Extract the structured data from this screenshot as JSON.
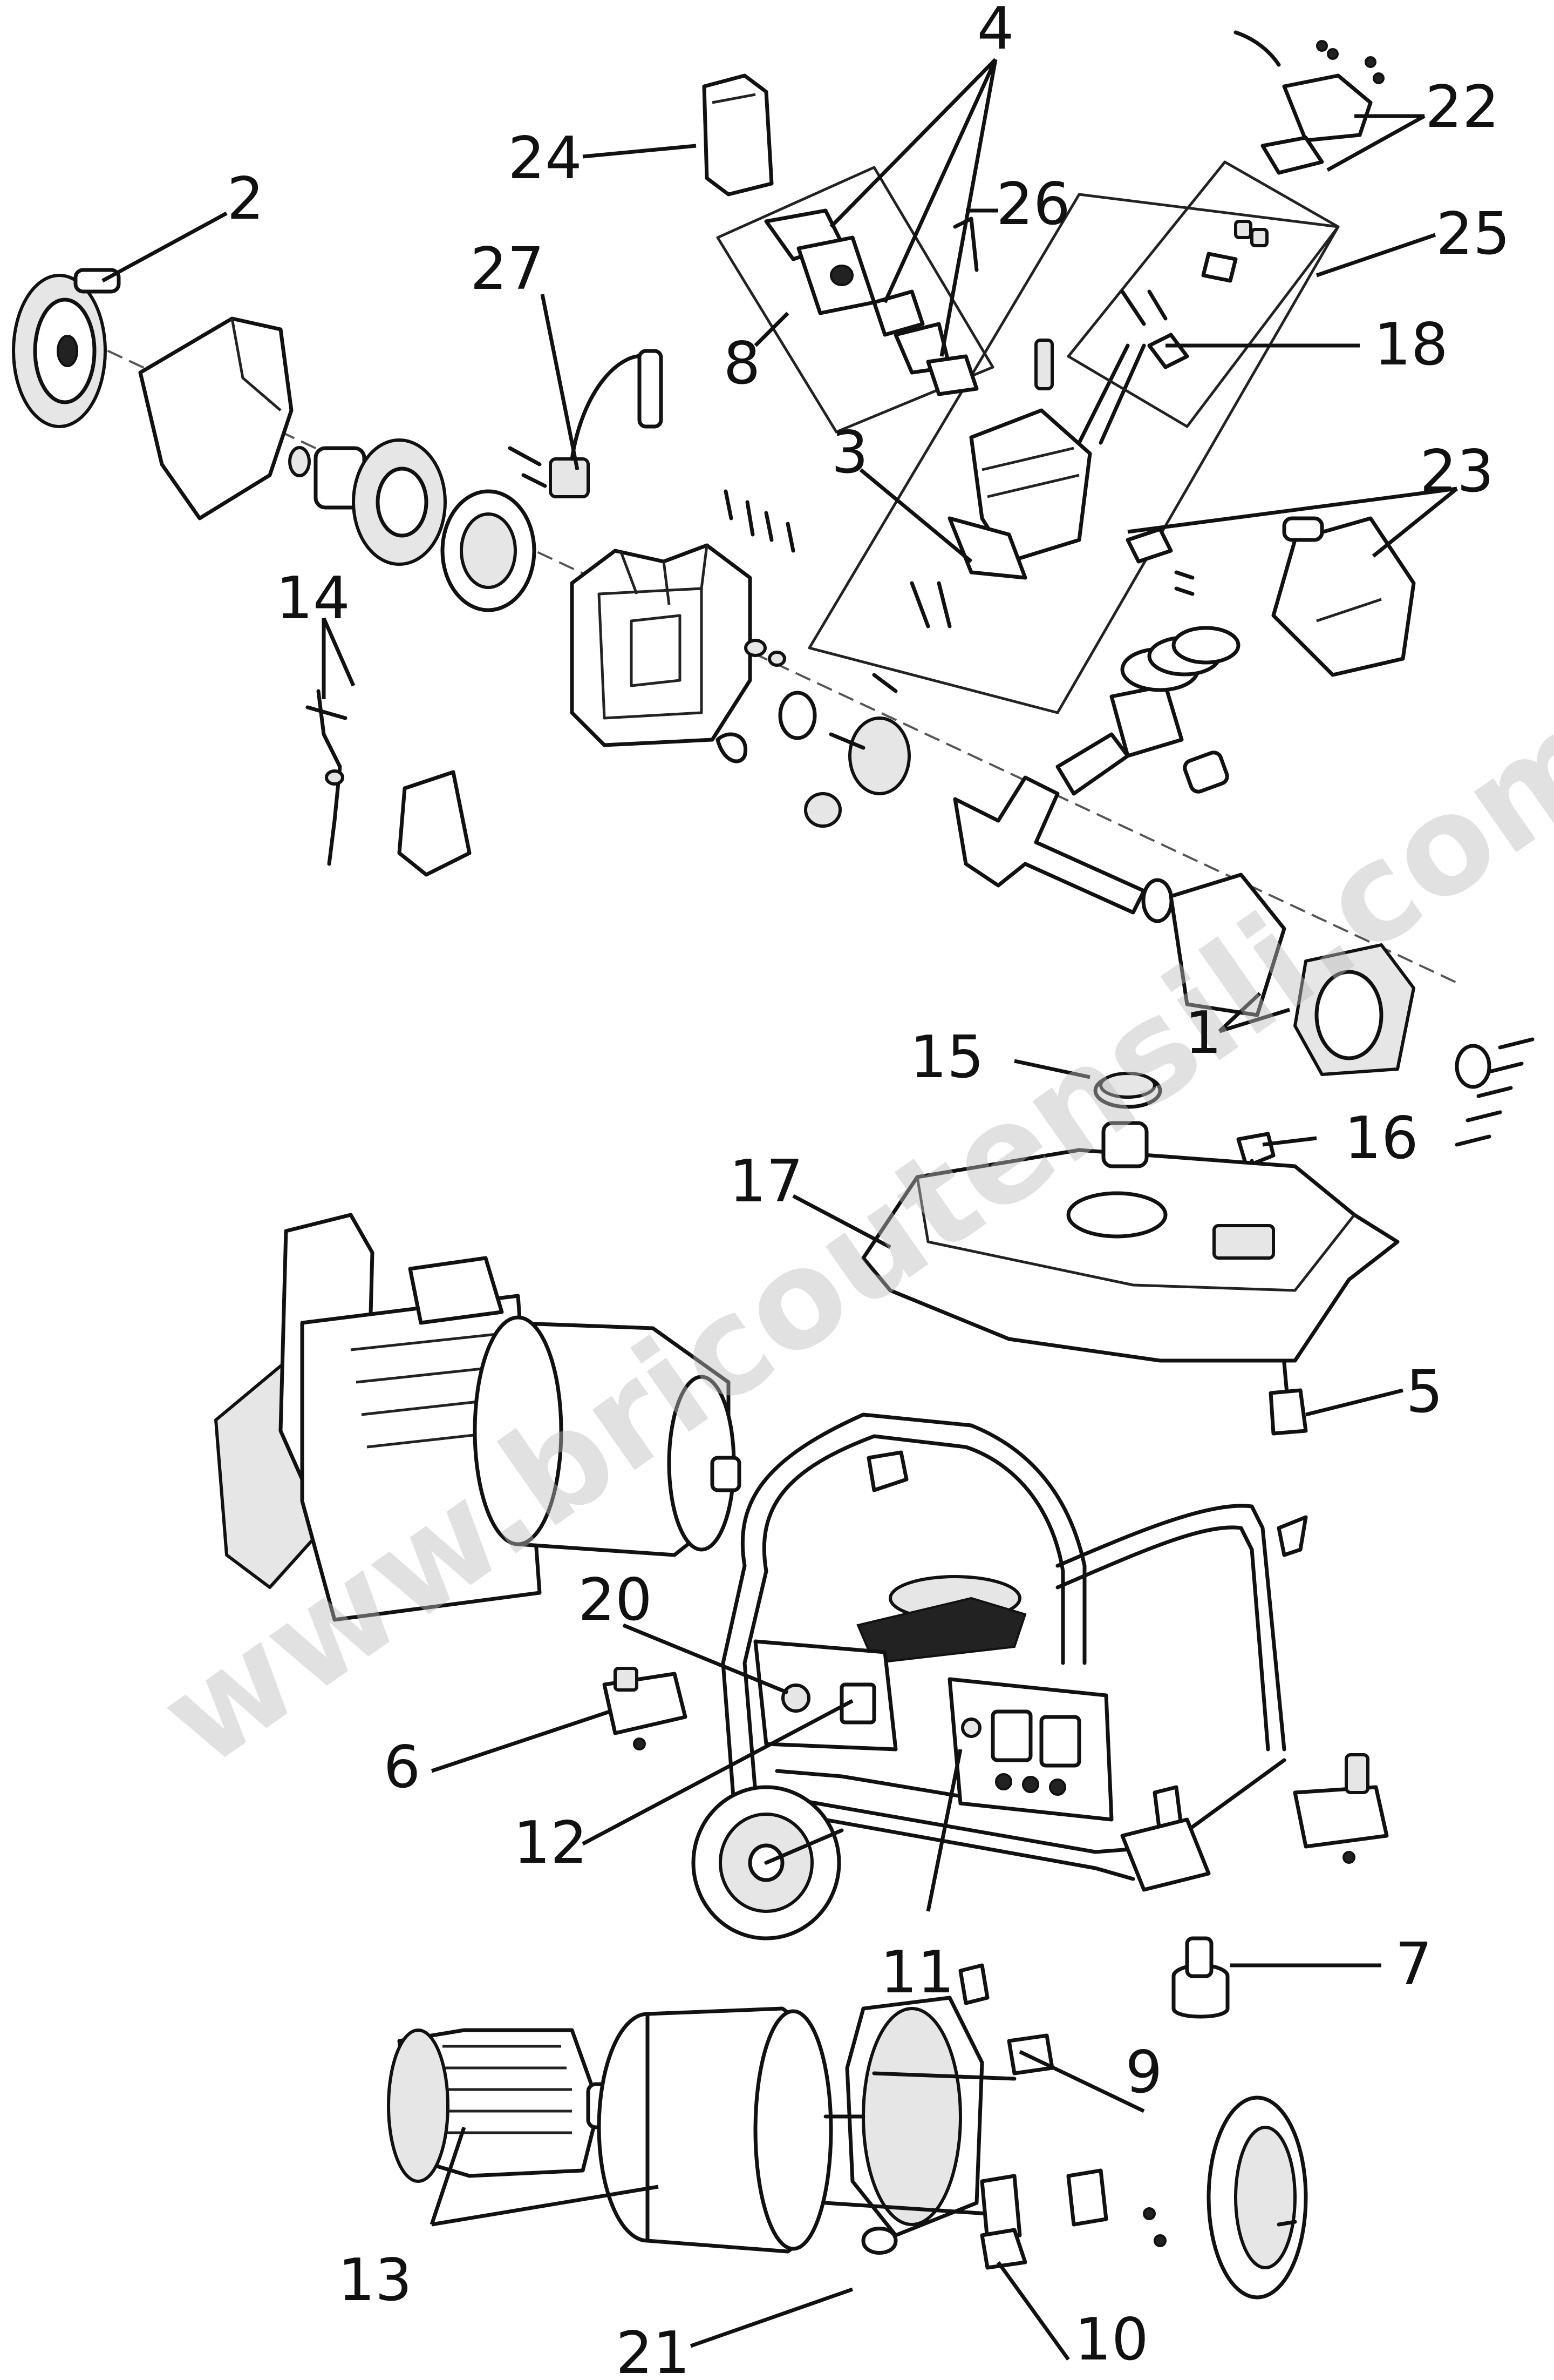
{
  "watermark": "www.bricoutensili.com",
  "callouts": {
    "c1": "1",
    "c2": "2",
    "c3": "3",
    "c4": "4",
    "c5": "5",
    "c6": "6",
    "c7": "7",
    "c8": "8",
    "c9": "9",
    "c10": "10",
    "c11": "11",
    "c12": "12",
    "c13": "13",
    "c14": "14",
    "c15": "15",
    "c16": "16",
    "c17": "17",
    "c18": "18",
    "c20": "20",
    "c21": "21",
    "c22": "22",
    "c23": "23",
    "c24": "24",
    "c25": "25",
    "c26": "26",
    "c27": "27"
  }
}
